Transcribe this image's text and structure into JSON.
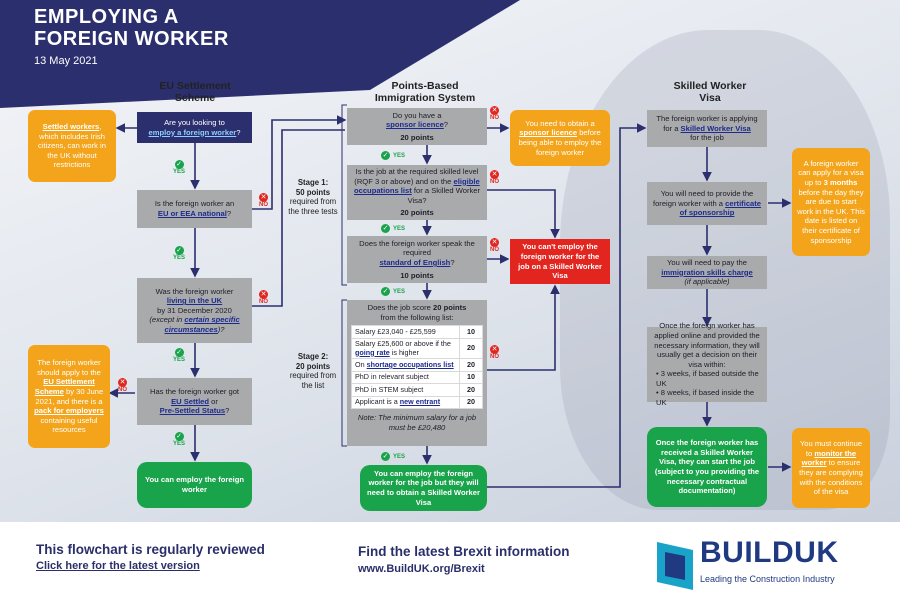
{
  "header": {
    "title_line1": "EMPLOYING A",
    "title_line2": "FOREIGN WORKER",
    "date": "13 May 2021"
  },
  "columns": {
    "eu": {
      "line1": "EU Settlement",
      "line2": "Scheme"
    },
    "pbis": {
      "line1": "Points-Based",
      "line2": "Immigration System"
    },
    "skilled": {
      "line1": "Skilled Worker",
      "line2": "Visa"
    }
  },
  "labels": {
    "yes": "YES",
    "no": "NO"
  },
  "eu_col": {
    "start_pre": "Are you looking to",
    "start_link": "employ a foreign worker",
    "start_post": "?",
    "settled_bold": "Settled workers",
    "settled_rest": ", which includes Irish citizens, can work in the UK without restrictions",
    "eu_q_pre": "Is the foreign worker an",
    "eu_q_link": "EU or EEA national",
    "eu_q_post": "?",
    "living_pre": "Was the foreign worker",
    "living_link": "living in the UK",
    "living_mid": "by 31 December 2020",
    "living_it": "(except in",
    "living_link2": "certain specific circumstances",
    "living_post": ")?",
    "status_pre": "Has the foreign worker got",
    "status_link1": "EU Settled",
    "status_or": "or",
    "status_link2": "Pre-Settled Status",
    "status_post": "?",
    "apply_pre": "The foreign worker should apply to the",
    "apply_link": "EU Settlement Scheme",
    "apply_mid": "by 30 June 2021, and there is a",
    "apply_link2": "pack for employers",
    "apply_post": "containing useful resources",
    "can_employ": "You can employ the foreign worker"
  },
  "pbis_col": {
    "sponsor_pre": "Do you have a",
    "sponsor_link": "sponsor licence",
    "sponsor_post": "?",
    "sponsor_pts": "20 points",
    "obtain_pre": "You need to obtain a",
    "obtain_link": "sponsor licence",
    "obtain_post": "before being able to employ the foreign worker",
    "skill_pre": "Is the job at the required skilled level (RQF 3 or above) and on the",
    "skill_link": "eligible occupations list",
    "skill_post": "for a Skilled Worker Visa?",
    "skill_pts": "20 points",
    "english_pre": "Does the foreign worker speak the required",
    "english_link": "standard of English",
    "english_post": "?",
    "english_pts": "10 points",
    "cant_employ": "You can't employ the foreign worker for the job on a Skilled Worker Visa",
    "stage1_title": "Stage 1:",
    "stage1_pts": "50 points",
    "stage1_rest": "required from the three tests",
    "stage2_title": "Stage 2:",
    "stage2_pts": "20 points",
    "stage2_rest": "required from the list",
    "score_pre": "Does the job score",
    "score_bold": "20 points",
    "score_post": "from the following list:",
    "salary1": "Salary £23,040 - £25,599",
    "salary1_v": "10",
    "salary2_pre": "Salary £25,600 or above if the",
    "salary2_link": "going rate",
    "salary2_post": "is higher",
    "salary2_v": "20",
    "shortage_pre": "On",
    "shortage_link": "shortage occupations list",
    "shortage_v": "20",
    "phd1": "PhD in relevant subject",
    "phd1_v": "10",
    "phd2": "PhD in STEM subject",
    "phd2_v": "20",
    "entrant_pre": "Applicant is a",
    "entrant_link": "new entrant",
    "entrant_v": "20",
    "note": "Note: The minimum salary for a job must be £20,480",
    "can_employ_visa": "You can employ the foreign worker for the job but they will need to obtain a Skilled Worker Visa"
  },
  "sw_col": {
    "apply_pre": "The foreign worker is applying for a",
    "apply_link": "Skilled Worker Visa",
    "apply_post": "for the job",
    "cert_pre": "You will need to provide the foreign worker with a",
    "cert_link": "certificate of sponsorship",
    "charge_pre": "You will need to pay the",
    "charge_link": "immigration skills charge",
    "charge_post": "(if applicable)",
    "decision_text": "Once the foreign worker has applied online and provided the necessary information, they will usually get a decision on their visa within:",
    "decision_b1": "• 3 weeks, if based outside the UK",
    "decision_b2": "• 8 weeks, if based inside the UK",
    "start_job": "Once the foreign worker has received a Skilled Worker Visa, they can start the job (subject to you providing the necessary contractual documentation)",
    "three_pre": "A foreign worker can apply for a visa up to",
    "three_bold": "3 months",
    "three_post": "before the day they are due to start work in the UK. This date is listed on their certificate of sponsorship",
    "monitor_pre": "You must continue to",
    "monitor_bold": "monitor the worker",
    "monitor_post": "to ensure they are complying with the conditions of the visa"
  },
  "footer": {
    "reviewed": "This flowchart is regularly reviewed",
    "click": "Click here for the latest version",
    "brexit": "Find the latest Brexit information",
    "url": "www.BuildUK.org/Brexit",
    "logo": "BUILDUK",
    "tagline": "Leading the Construction Industry"
  },
  "colors": {
    "navy": "#2b2f6e",
    "grey": "#a9aaab",
    "orange": "#f3a41b",
    "green": "#19a34a",
    "red": "#e3251f",
    "brand": "#203a82"
  }
}
